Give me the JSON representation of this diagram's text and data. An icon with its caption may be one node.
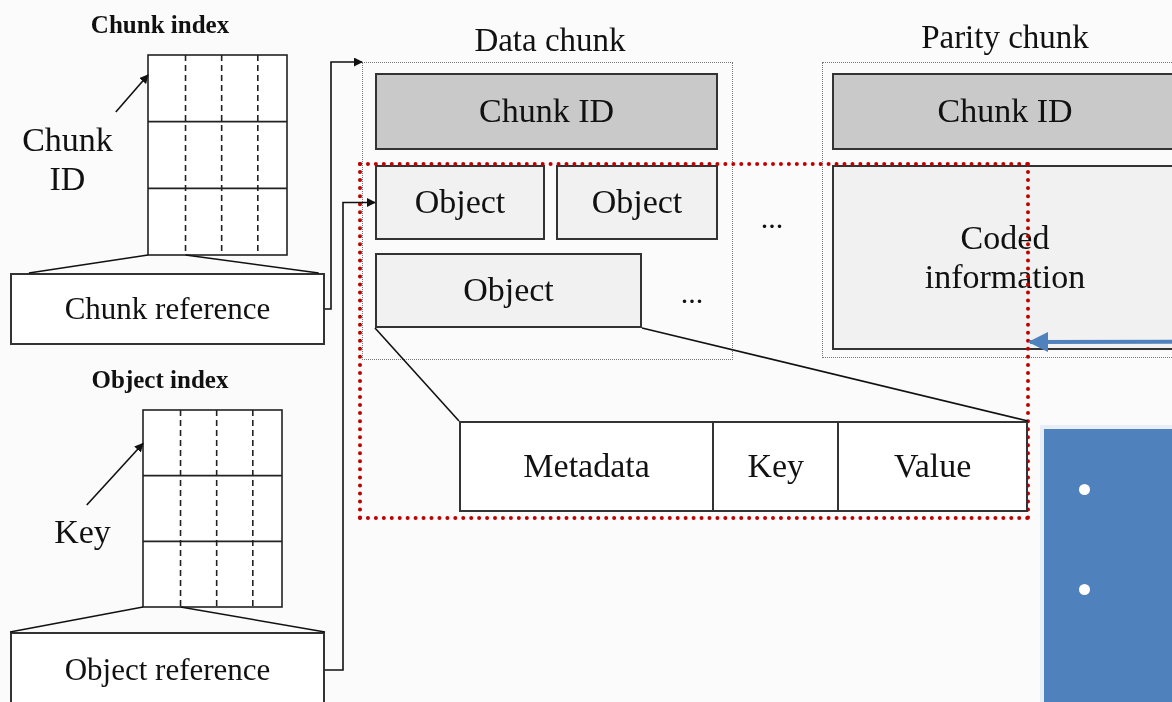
{
  "diagram": {
    "nodes": [
      {
        "text": [
          "Chunk index"
        ]
      },
      {
        "text": [
          "Chunk ID"
        ]
      },
      {
        "text": [
          "Chunk reference"
        ]
      },
      {
        "text": [
          "Object index"
        ]
      },
      {
        "text": [
          "Key"
        ]
      },
      {
        "text": [
          "Object reference"
        ]
      },
      {
        "text": [
          "Data chunk"
        ]
      },
      {
        "text": [
          "Chunk ID"
        ],
        "in": 6
      },
      {
        "text": [
          "Object"
        ]
      },
      {
        "text": [
          "Object"
        ]
      },
      {
        "text": [
          "Object"
        ]
      },
      {
        "text": [
          "Metadata",
          "Key",
          "Value"
        ],
        "in": 15
      },
      {
        "text": [
          "Parity chunk"
        ]
      },
      {
        "text": [
          "Chunk ID"
        ],
        "in": 12
      },
      {
        "text": [
          "Coded information"
        ],
        "in": 12
      },
      {
        "text": [],
        "shape": "box"
      },
      {
        "text": [],
        "shape": "box"
      }
    ],
    "edges": [
      {
        "from": 1,
        "to": 0,
        "arrow": "to"
      },
      {
        "from": 4,
        "to": 3,
        "arrow": "to"
      },
      {
        "from": 0,
        "to": 2,
        "arrow": "none"
      },
      {
        "from": 0,
        "to": 2,
        "arrow": "none"
      },
      {
        "from": 3,
        "to": 5,
        "arrow": "none"
      },
      {
        "from": 3,
        "to": 5,
        "arrow": "none"
      },
      {
        "from": 2,
        "to": 6,
        "arrow": "to"
      },
      {
        "from": 5,
        "to": 8,
        "arrow": "to"
      },
      {
        "from": 10,
        "to": 11,
        "arrow": "none"
      },
      {
        "from": 10,
        "to": 11,
        "arrow": "none"
      },
      {
        "from": 14,
        "to": 15,
        "arrow": "to",
        "style": "thick",
        "color": "#4f81bd"
      }
    ],
    "labels": [
      "...",
      "..."
    ]
  }
}
